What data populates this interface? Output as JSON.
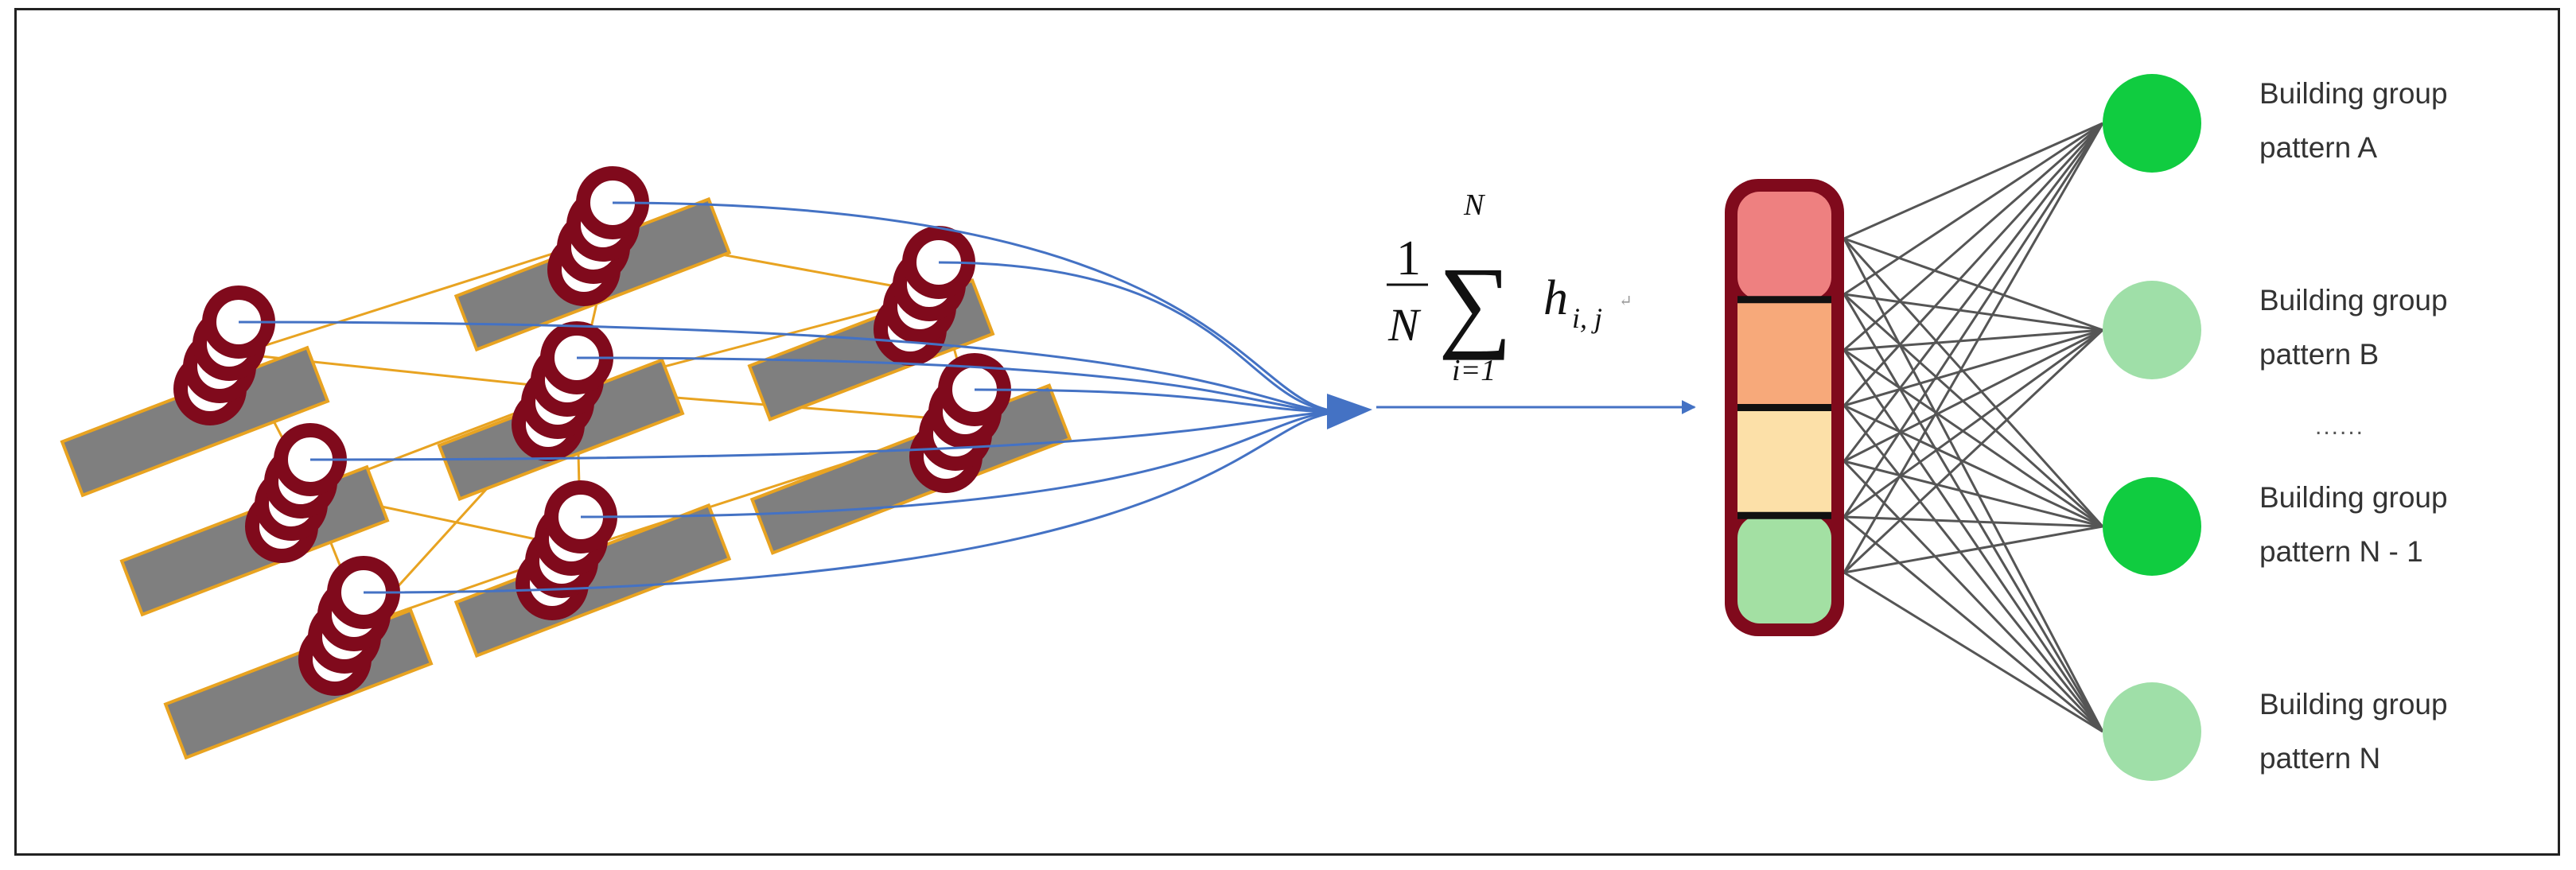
{
  "formula": {
    "numerator": "1",
    "denominator": "N",
    "sum_upper": "N",
    "sum_lower": "i=1",
    "term": "h",
    "term_subscript": "i, j"
  },
  "ellipsis": "......",
  "outputs": [
    {
      "line1": "Building group",
      "line2": "pattern A",
      "color": "#10cc40"
    },
    {
      "line1": "Building group",
      "line2": "pattern B",
      "color": "#9fdfa8"
    },
    {
      "line1": "Building group",
      "line2": "pattern N - 1",
      "color": "#10cc40"
    },
    {
      "line1": "Building group",
      "line2": "pattern N",
      "color": "#9fdfa8"
    }
  ],
  "vector_segments": [
    "#ee8080",
    "#f7a97a",
    "#fce0a8",
    "#a3e0a3"
  ],
  "colors": {
    "node_ring": "#800a1c",
    "building_fill": "#7f7f7f",
    "building_edge": "#e8a321",
    "graph_edge": "#e8a321",
    "flow_line": "#4472c4",
    "connection": "#555555"
  }
}
